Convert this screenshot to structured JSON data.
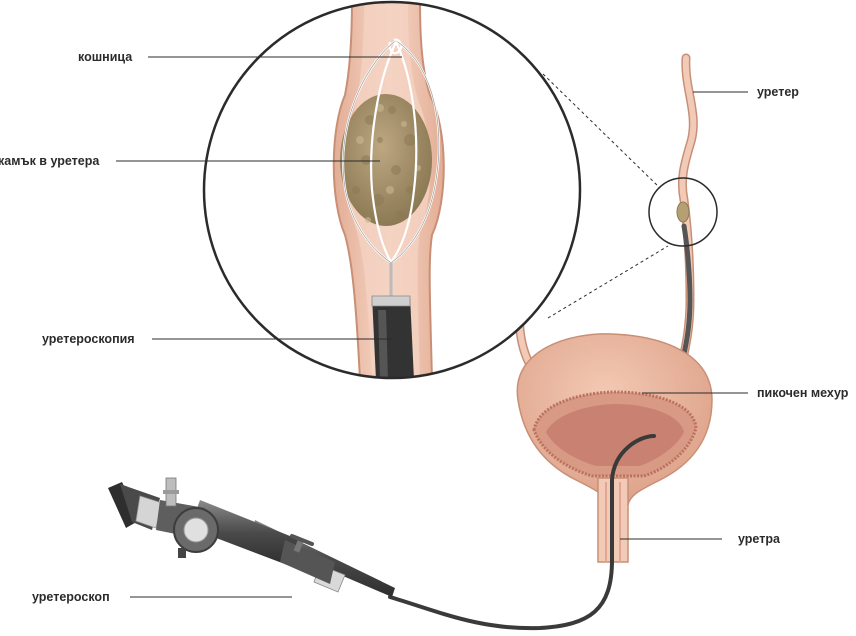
{
  "labels": {
    "basket": "кошница",
    "stone": "камък в уретера",
    "ureteroscopy": "уретероскопия",
    "ureteroscope": "уретероскоп",
    "ureter": "уретер",
    "bladder": "пикочен мехур",
    "urethra": "уретра"
  },
  "colors": {
    "tissue": "#f1cbb7",
    "tissue_edge": "#c98f76",
    "bladder": "#eab39a",
    "bladder_inner": "#d99c86",
    "stone": "#a6926a",
    "scope_dark": "#3d3d3d",
    "scope_mid": "#6b6b6b",
    "line": "#2b2b2b"
  }
}
